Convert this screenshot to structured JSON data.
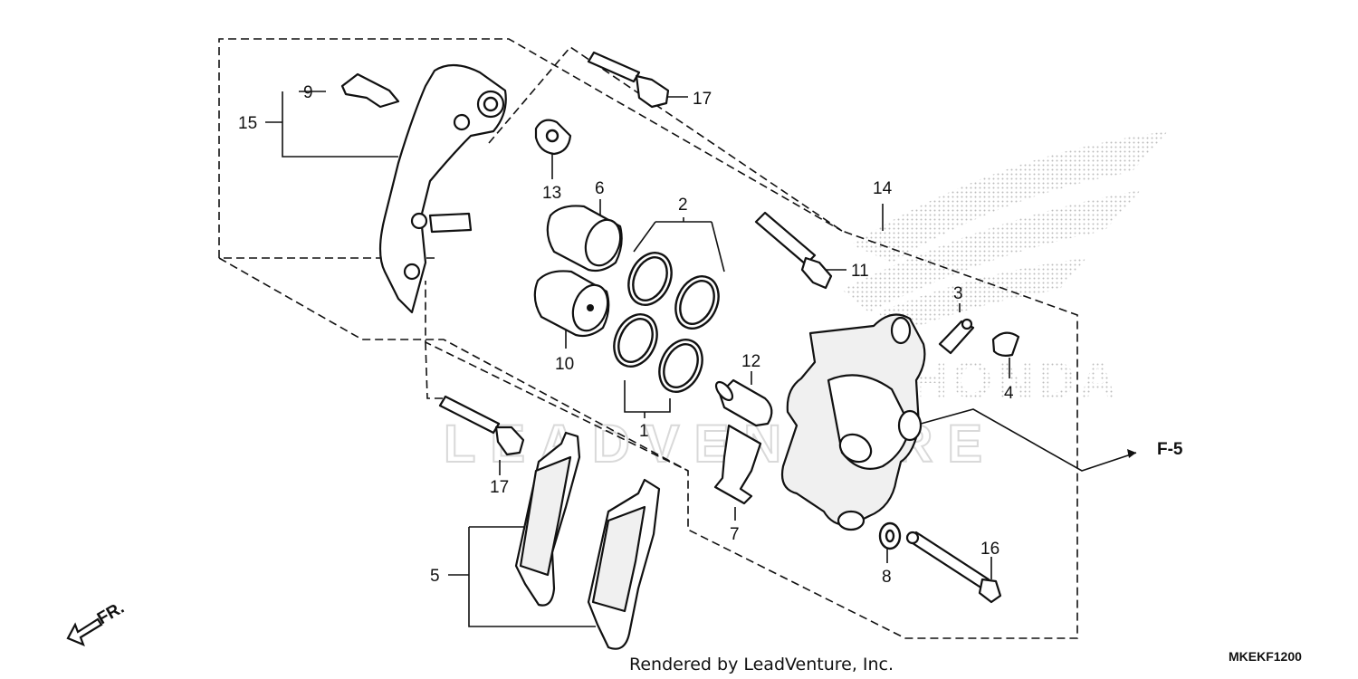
{
  "diagram": {
    "labels": {
      "p1": "1",
      "p2": "2",
      "p3": "3",
      "p4": "4",
      "p5": "5",
      "p6": "6",
      "p7": "7",
      "p8": "8",
      "p9": "9",
      "p10": "10",
      "p11": "11",
      "p12": "12",
      "p13": "13",
      "p14": "14",
      "p15": "15",
      "p16": "16",
      "p17a": "17",
      "p17b": "17"
    },
    "direction_front": "FR.",
    "ref_page": "F-5",
    "watermark": "LEADVENTURE",
    "logo_text": "HONDA",
    "credit": "Rendered by LeadVenture, Inc.",
    "diagram_code": "MKEKF1200"
  }
}
